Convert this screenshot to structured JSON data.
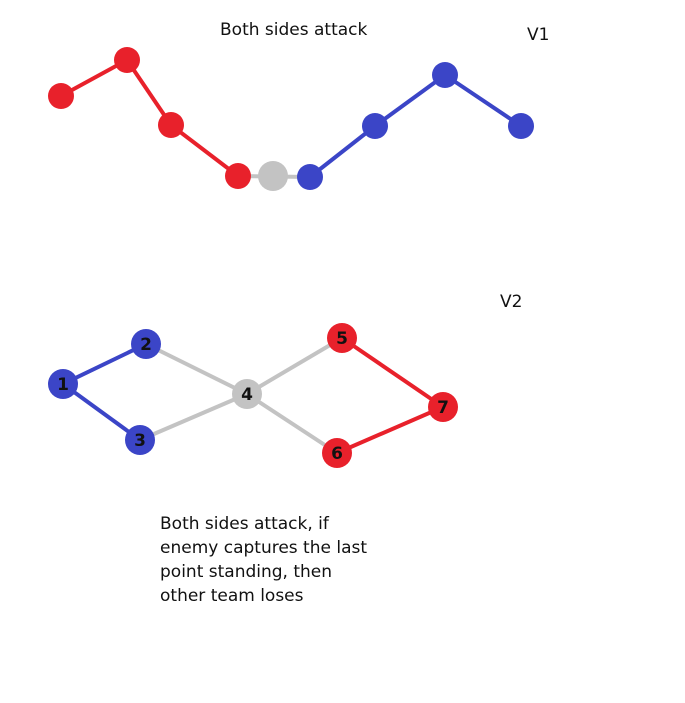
{
  "colors": {
    "red": "#e8212b",
    "blue": "#3b45c7",
    "gray": "#c3c3c3",
    "text": "#111111",
    "background": "#ffffff"
  },
  "v1": {
    "title": "Both sides attack",
    "version_label": "V1"
  },
  "v2": {
    "version_label": "V2",
    "nodes": [
      {
        "label": "1",
        "team": "blue"
      },
      {
        "label": "2",
        "team": "blue"
      },
      {
        "label": "3",
        "team": "blue"
      },
      {
        "label": "4",
        "team": "neutral"
      },
      {
        "label": "5",
        "team": "red"
      },
      {
        "label": "6",
        "team": "red"
      },
      {
        "label": "7",
        "team": "red"
      }
    ],
    "description_lines": [
      "Both sides attack, if",
      "enemy captures the last",
      "point standing, then",
      "other team loses"
    ]
  }
}
